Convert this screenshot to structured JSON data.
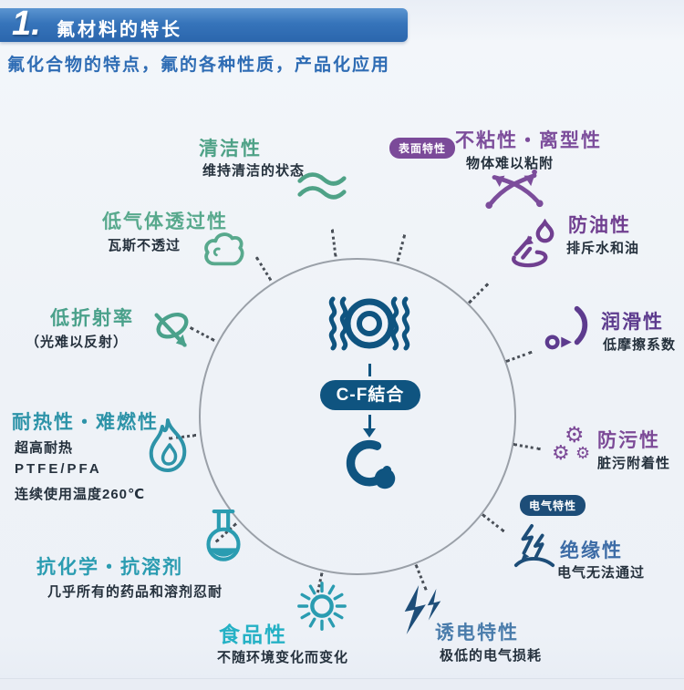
{
  "page": {
    "background": "#eef1f7"
  },
  "header": {
    "number": "1.",
    "title": "氟材料的特长",
    "subtitle": "氟化合物的特点，氟的各种性质，产品化应用",
    "bar_color": "#2f6cb4"
  },
  "icons": {
    "gear_glyph": "⚙"
  },
  "center": {
    "bond_label": "C-F結合",
    "color": "#0f5480",
    "molecule_icon": "molecule-waves-icon",
    "result_icon": "fluoropolymer-ring-icon"
  },
  "badges": {
    "surface": {
      "label": "表面特性",
      "color": "#7b4a99"
    },
    "electric": {
      "label": "电气特性",
      "color": "#1d4d78"
    }
  },
  "items": [
    {
      "title": "清洁性",
      "desc": "维持清洁的状态",
      "color": "#4fa287",
      "icon": "waves-icon"
    },
    {
      "title": "不粘性・离型性",
      "desc": "物体难以粘附",
      "color": "#7c4d9b",
      "icon": "release-arrows-icon"
    },
    {
      "title": "防油性",
      "desc": "排斥水和油",
      "color": "#703f90",
      "icon": "droplet-repel-icon"
    },
    {
      "title": "润滑性",
      "desc": "低摩擦系数",
      "color": "#5d3b8e",
      "icon": "slide-icon"
    },
    {
      "title": "防污性",
      "desc": "脏污附着性",
      "color": "#7c4a97",
      "icon": "gears-icon"
    },
    {
      "title": "绝缘性",
      "desc": "电气无法通过",
      "color": "#3d6ca6",
      "icon": "insulation-bolt-icon"
    },
    {
      "title": "诱电特性",
      "desc": "极低的电气损耗",
      "color": "#4a7cab",
      "icon": "lightning-icon"
    },
    {
      "title": "食品性",
      "desc": "不随环境变化而变化",
      "color": "#25b1c5",
      "icon": "sun-icon"
    },
    {
      "title": "抗化学・抗溶剂",
      "desc": "几乎所有的药品和溶剂忍耐",
      "color": "#2a9cb1",
      "icon": "flask-icon"
    },
    {
      "title": "耐热性・难燃性",
      "desc_lines": [
        "超高耐热",
        "PTFE/PFA",
        "连续使用温度260℃"
      ],
      "color": "#2d93a8",
      "icon": "flame-icon"
    },
    {
      "title": "低折射率",
      "desc": "（光难以反射）",
      "color": "#4aa18b",
      "icon": "refraction-icon"
    },
    {
      "title": "低气体透过性",
      "desc": "瓦斯不透过",
      "color": "#58a98d",
      "icon": "cloud-icon"
    }
  ]
}
